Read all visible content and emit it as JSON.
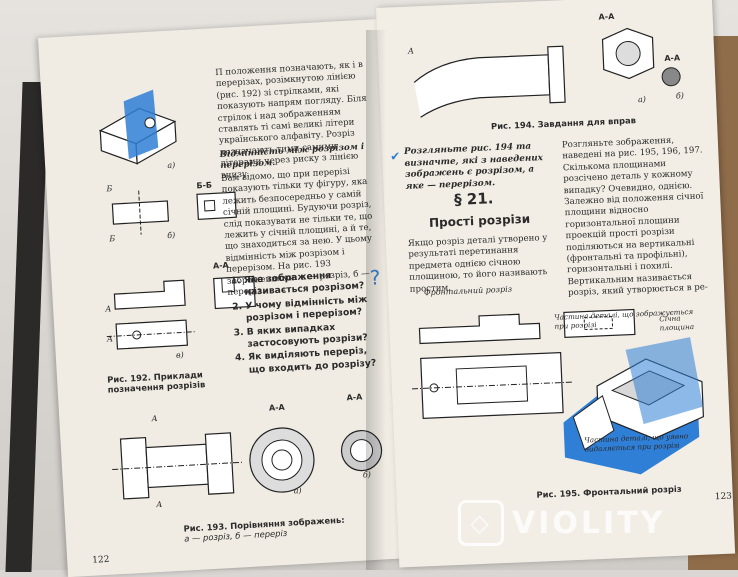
{
  "left_page": {
    "intro_text": "П положення позначають, як і в перерізах, розімкнутою лінією (рис. 192) зі стрілками, які показують напрям погляду. Біля стрілок і над зображенням ставлять ті самі великі літери українського алфавіту. Розріз позначають тими самими літерами через риску з лінією внизу.",
    "difference_heading": "Відмінність між розрізом і перерізом.",
    "difference_text": "Вам відомо, що при перерізі показують тільки ту фігуру, яка лежить безпосередньо у самій січній площині. Будуючи розріз, слід показувати не тільки те, що лежить у січній площині, а й те, що знаходиться за нею. У цьому відмінність між розрізом і перерізом. На рис. 193 зображеннями: а — розріз, б — переріз.",
    "questions": [
      "Яке зображення називається розрізом?",
      "У чому відмінність між розрізом і перерізом?",
      "В яких випадках застосовують розрізи?",
      "Як виділяють переріз, що входить до розрізу?"
    ],
    "fig192_caption": "Рис. 192. Приклади позначення розрізів",
    "fig193_caption": "Рис. 193. Порівняння зображень:",
    "fig193_sub": "а — розріз, б — переріз",
    "labels": {
      "a": "а)",
      "b": "б)",
      "v": "в)",
      "AA": "А-А",
      "BB": "Б-Б",
      "A": "А",
      "B": "Б"
    },
    "page_number": "122"
  },
  "right_page": {
    "fig194_caption": "Рис. 194. Завдання для вправ",
    "task_text": "Розгляньте рис. 194 та визначте, які з наведених зображень є розрізом, а яке — перерізом.",
    "section_number": "§ 21.",
    "section_title": "Прості розрізи",
    "column1_text": "Якщо розріз деталі утворено у результаті перетинання предмета однією січною площиною, то його називають простим.",
    "column2_text": "Розгляньте зображення, наведені на рис. 195, 196, 197. Скількома площинами розсічено деталь у кожному випадку? Очевидно, однією. Залежно від положення січної площини відносно горизонтальної площини проекцій прості розрізи поділяються на вертикальні (фронтальні та профільні), горизонтальні і похилі. Вертикальним називається розріз, який утворюється в ре-",
    "fig195_caption": "Рис. 195. Фронтальний розріз",
    "fig195_labels": {
      "frontal": "Фронтальний розріз",
      "part_shown": "Частина деталі, що зображується при розрізі",
      "plane": "Січна площина",
      "part_removed": "Частина деталі, що уявно видаляється при розрізі"
    },
    "labels": {
      "a": "а)",
      "b": "б)",
      "AA": "А-А",
      "A": "А"
    },
    "page_number": "123"
  },
  "watermark": {
    "text": "VIOLITY"
  },
  "colors": {
    "accent_blue": "#2f7fd6",
    "paper": "#f0ece3",
    "ink": "#2c2a2a"
  }
}
